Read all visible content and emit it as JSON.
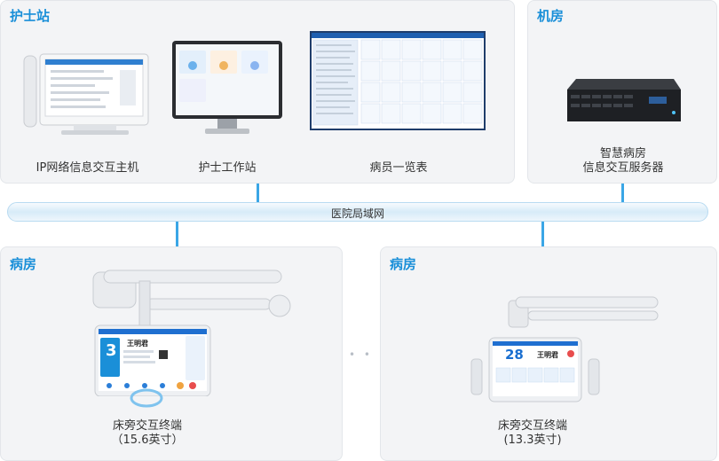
{
  "nurse_station": {
    "title": "护士站",
    "devices": [
      {
        "label": "IP网络信息交互主机"
      },
      {
        "label": "护士工作站"
      },
      {
        "label": "病员一览表"
      }
    ]
  },
  "machine_room": {
    "title": "机房",
    "device_line1": "智慧病房",
    "device_line2": "信息交互服务器"
  },
  "network": {
    "label": "医院局域网"
  },
  "wards": [
    {
      "title": "病房",
      "line1": "床旁交互终端",
      "line2": "（15.6英寸）",
      "screen": {
        "bed": "3",
        "name": "王明君"
      }
    },
    {
      "title": "病房",
      "line1": "床旁交互终端",
      "line2": "(13.3英寸)",
      "screen": {
        "bed": "28",
        "name": "王明君"
      }
    }
  ],
  "ellipsis": "• • •",
  "colors": {
    "accent": "#1a8fd8",
    "line": "#3aa6e6",
    "panel": "#f3f4f6"
  }
}
